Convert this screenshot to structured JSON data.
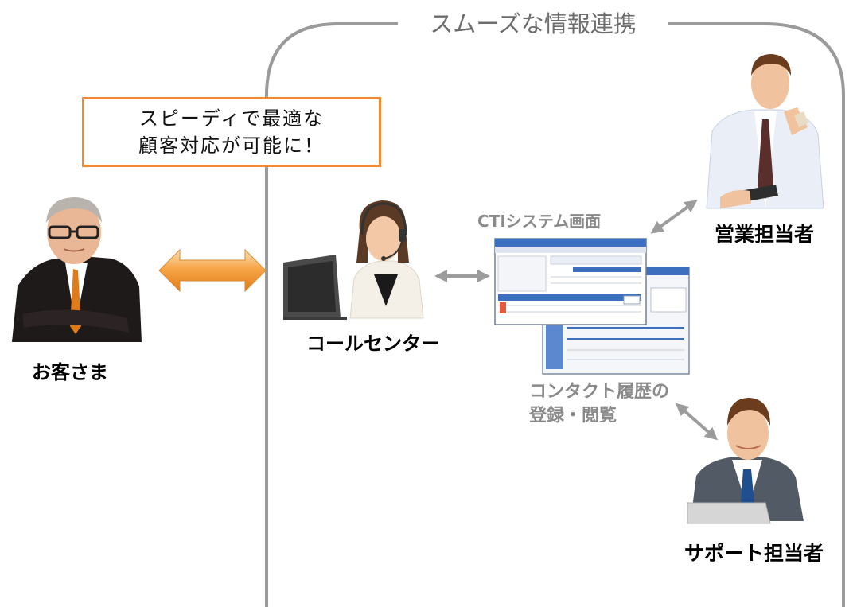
{
  "frame": {
    "title": "スムーズな情報連携"
  },
  "callout": {
    "line1": "スピーディで最適な",
    "line2": "顧客対応が可能に！"
  },
  "people": {
    "customer": "お客さま",
    "call_center": "コールセンター",
    "sales": "営業担当者",
    "support": "サポート担当者"
  },
  "system": {
    "screen_label": "CTIシステム画面",
    "history_line1": "コンタクト履歴の",
    "history_line2": "登録・閲覧"
  },
  "colors": {
    "frame": "#9a9a9a",
    "callout_border": "#ef8a33",
    "arrow_orange": "#f19733",
    "arrow_gray": "#9c9c9c",
    "window_header": "#3d6fbf"
  },
  "icons": {
    "customer": "businessman-glasses-icon",
    "operator": "headset-operator-icon",
    "sales": "businessman-phone-icon",
    "support": "businessman-laptop-icon",
    "screen": "application-window-icon"
  }
}
